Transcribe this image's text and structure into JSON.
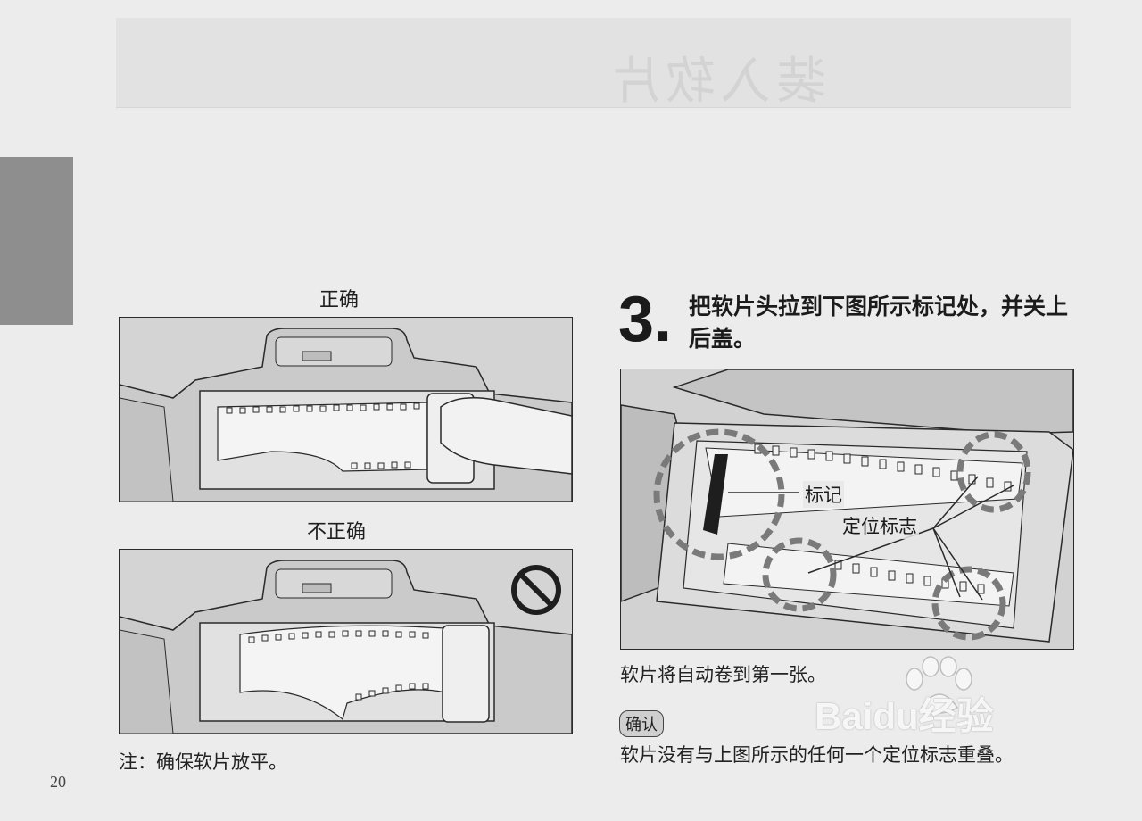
{
  "page": {
    "ghost_header": "装入软片",
    "page_number": "20"
  },
  "left": {
    "correct_label": "正确",
    "incorrect_label": "不正确",
    "note": "注：确保软片放平。"
  },
  "step3": {
    "number": "3.",
    "instruction": "把软片头拉到下图所示标记处，并关上后盖。",
    "label_mark": "标记",
    "label_positioning": "定位标志",
    "auto_wind": "软片将自动卷到第一张。",
    "confirm_badge": "确认",
    "confirm_text": "软片没有与上图所示的任何一个定位标志重叠。"
  },
  "watermark": {
    "text": "Baidu经验"
  },
  "colors": {
    "background": "#ececec",
    "side_tab": "#8e8e8e",
    "panel_fill": "#d9d9d9"
  },
  "icons": [
    "prohibited-icon",
    "paw-icon"
  ]
}
